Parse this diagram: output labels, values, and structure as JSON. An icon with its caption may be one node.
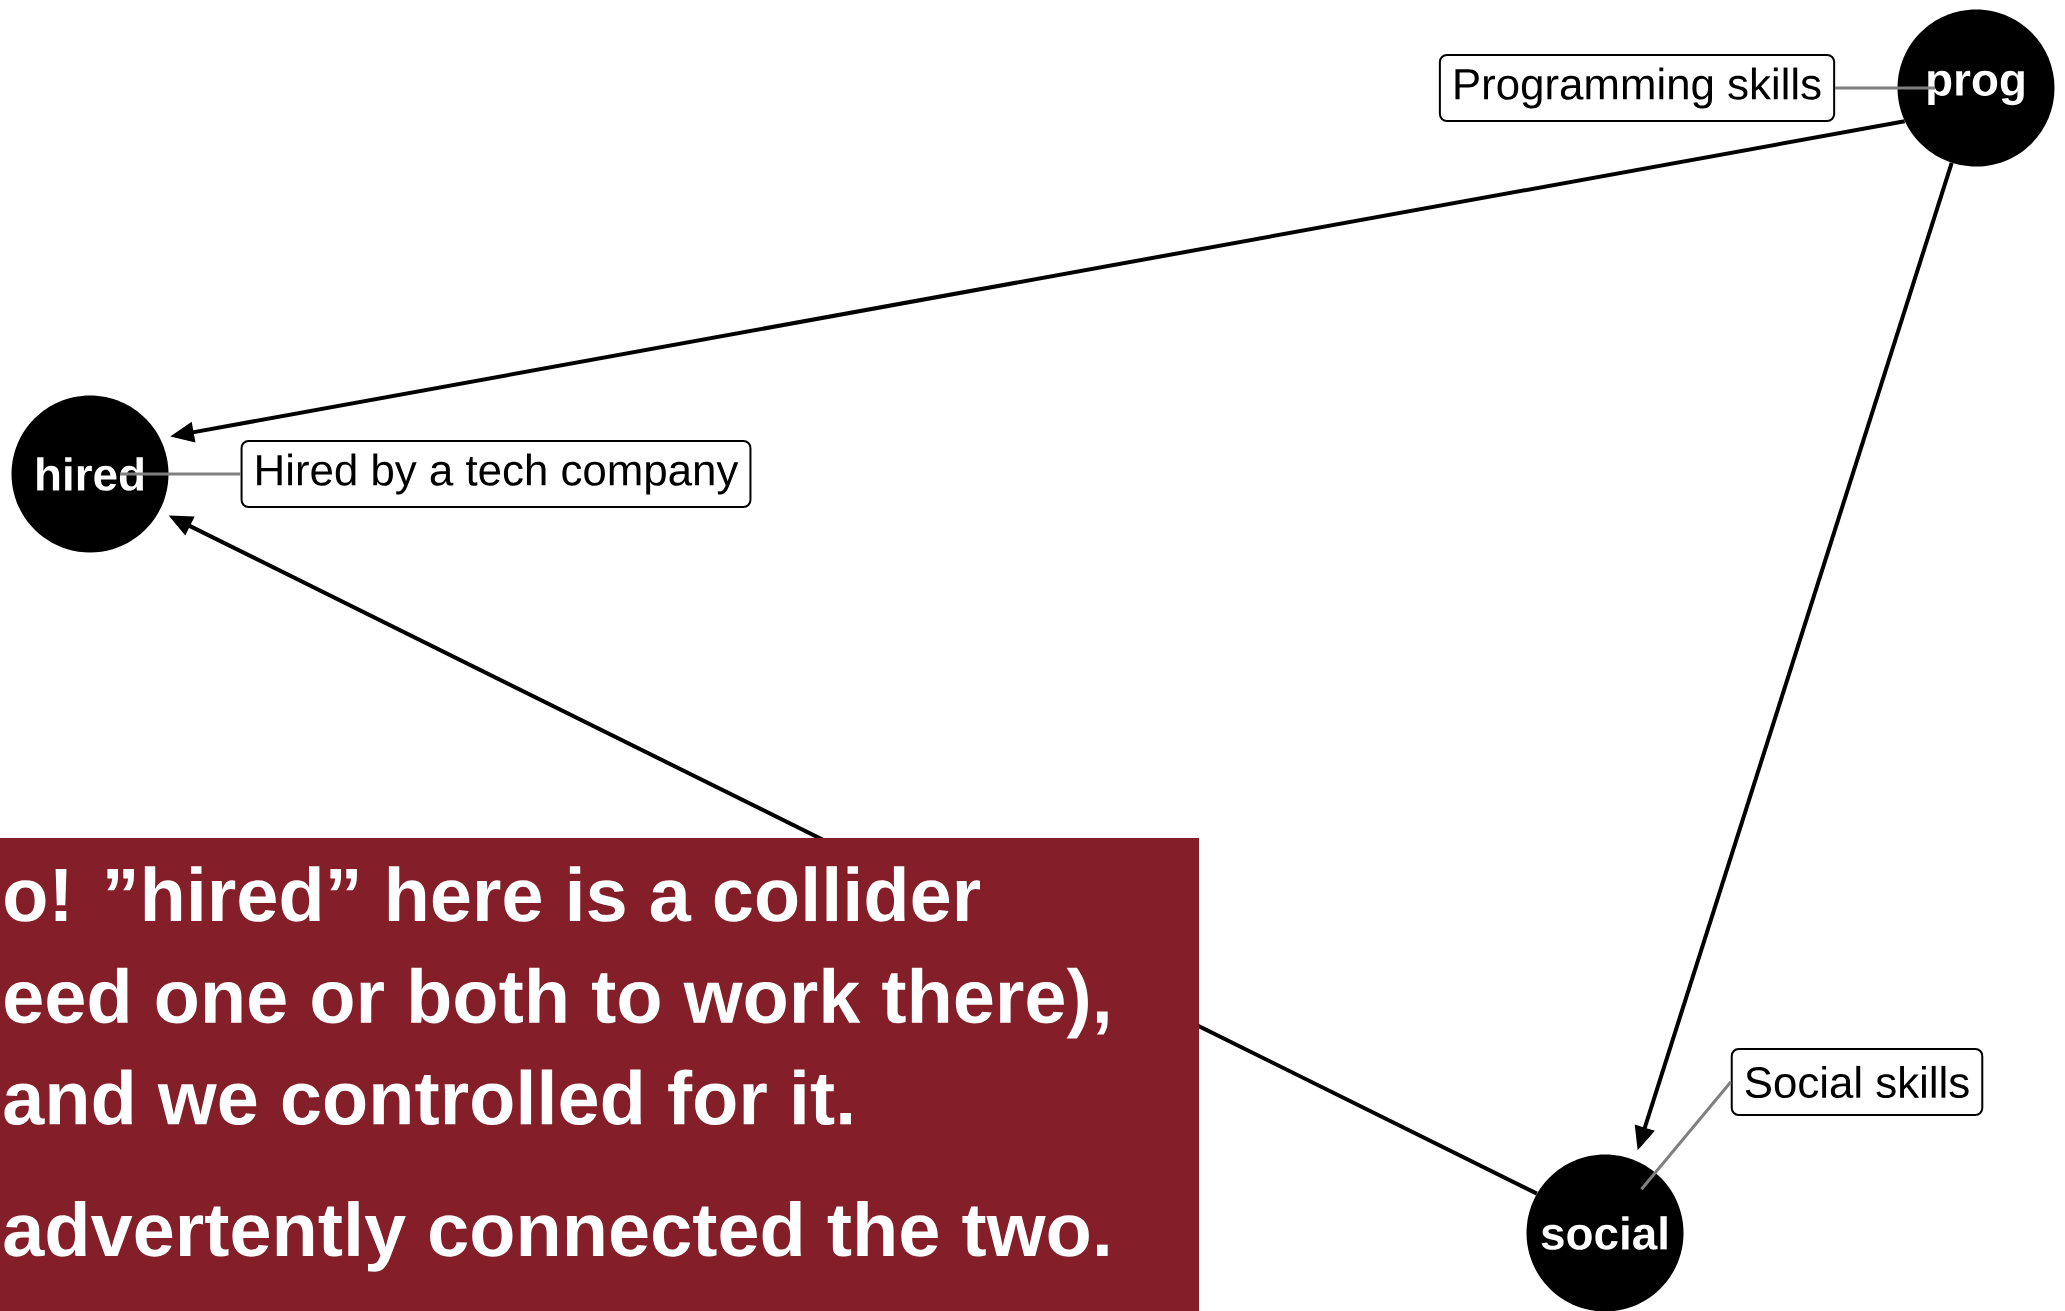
{
  "diagram": {
    "nodes": [
      {
        "text": [
          "Programming skills"
        ]
      },
      {
        "text": [
          "prog"
        ]
      },
      {
        "text": [
          "hired"
        ]
      },
      {
        "text": [
          "Hired by a tech company"
        ]
      },
      {
        "text": [
          "Social skills"
        ]
      },
      {
        "text": [
          "social"
        ]
      }
    ],
    "labels": [
      "o! ”hired” here is a collider",
      "eed one or both to work there),",
      "and we controlled for it.",
      "advertently connected the two."
    ],
    "edges": [
      {
        "from": 1,
        "to": 2,
        "arrow": "to"
      },
      {
        "from": 1,
        "to": 5,
        "arrow": "to"
      },
      {
        "from": 5,
        "to": 2,
        "arrow": "to"
      },
      {
        "from": 0,
        "to": 1,
        "arrow": "none",
        "color": "#808080"
      },
      {
        "from": 3,
        "to": 2,
        "arrow": "none",
        "color": "#808080"
      },
      {
        "from": 4,
        "to": 5,
        "arrow": "none",
        "color": "#808080"
      }
    ]
  }
}
